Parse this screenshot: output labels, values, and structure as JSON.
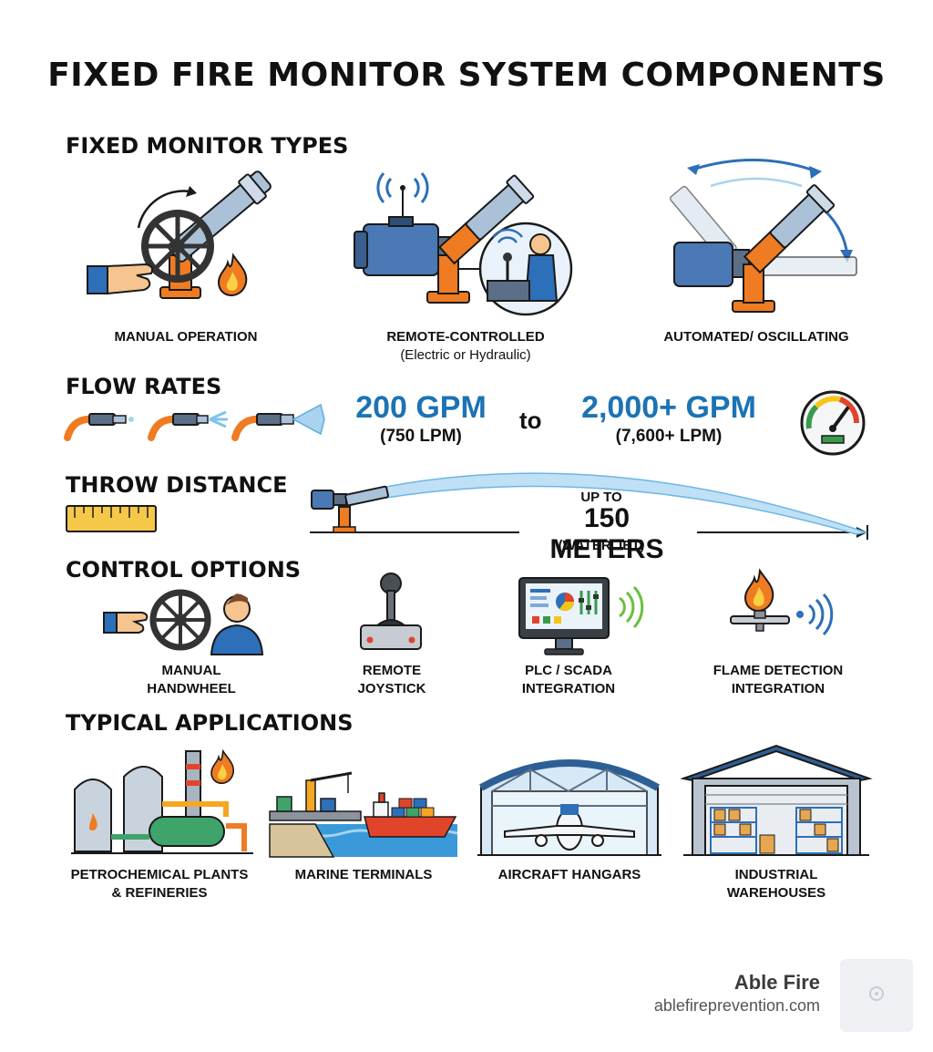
{
  "title": "FIXED FIRE MONITOR SYSTEM COMPONENTS",
  "sections": {
    "types": {
      "title": "FIXED MONITOR TYPES",
      "items": [
        {
          "label": "MANUAL OPERATION",
          "sub": ""
        },
        {
          "label": "REMOTE-CONTROLLED",
          "sub": "(Electric or Hydraulic)"
        },
        {
          "label": "AUTOMATED/ OSCILLATING",
          "sub": ""
        }
      ]
    },
    "flow": {
      "title": "FLOW RATES",
      "low": "200 GPM",
      "low_metric": "(750 LPM)",
      "to": "to",
      "high": "2,000+ GPM",
      "high_metric": "(7,600+ LPM)"
    },
    "throw": {
      "title": "THROW DISTANCE",
      "up_to": "UP TO",
      "distance": "150 METERS",
      "medium": "(WATER JET)"
    },
    "control": {
      "title": "CONTROL OPTIONS",
      "items": [
        {
          "line1": "MANUAL",
          "line2": "HANDWHEEL"
        },
        {
          "line1": "REMOTE",
          "line2": "JOYSTICK"
        },
        {
          "line1": "PLC / SCADA",
          "line2": "INTEGRATION"
        },
        {
          "line1": "FLAME DETECTION",
          "line2": "INTEGRATION"
        }
      ]
    },
    "applications": {
      "title": "TYPICAL APPLICATIONS",
      "items": [
        {
          "line1": "PETROCHEMICAL PLANTS",
          "line2": "& REFINERIES"
        },
        {
          "line1": "MARINE TERMINALS",
          "line2": ""
        },
        {
          "line1": "AIRCRAFT HANGARS",
          "line2": ""
        },
        {
          "line1": "INDUSTRIAL",
          "line2": "WAREHOUSES"
        }
      ]
    }
  },
  "brand": {
    "name": "Able Fire",
    "url": "ablefireprevention.com"
  },
  "colors": {
    "accent_blue": "#1c73b4",
    "orange": "#ef7b22",
    "steel": "#9fb4c9",
    "water": "#a9d3ef",
    "flame": "#f5a623"
  },
  "icons": [
    "hand-icon",
    "handwheel-icon",
    "flame-icon",
    "motor-icon",
    "wifi-icon",
    "operator-icon",
    "oscillation-arrow-icon",
    "nozzle-icon",
    "gauge-icon",
    "ruler-icon",
    "joystick-icon",
    "monitor-screen-icon",
    "flame-detector-icon",
    "refinery-icon",
    "ship-icon",
    "hangar-icon",
    "warehouse-icon",
    "logo-icon"
  ]
}
